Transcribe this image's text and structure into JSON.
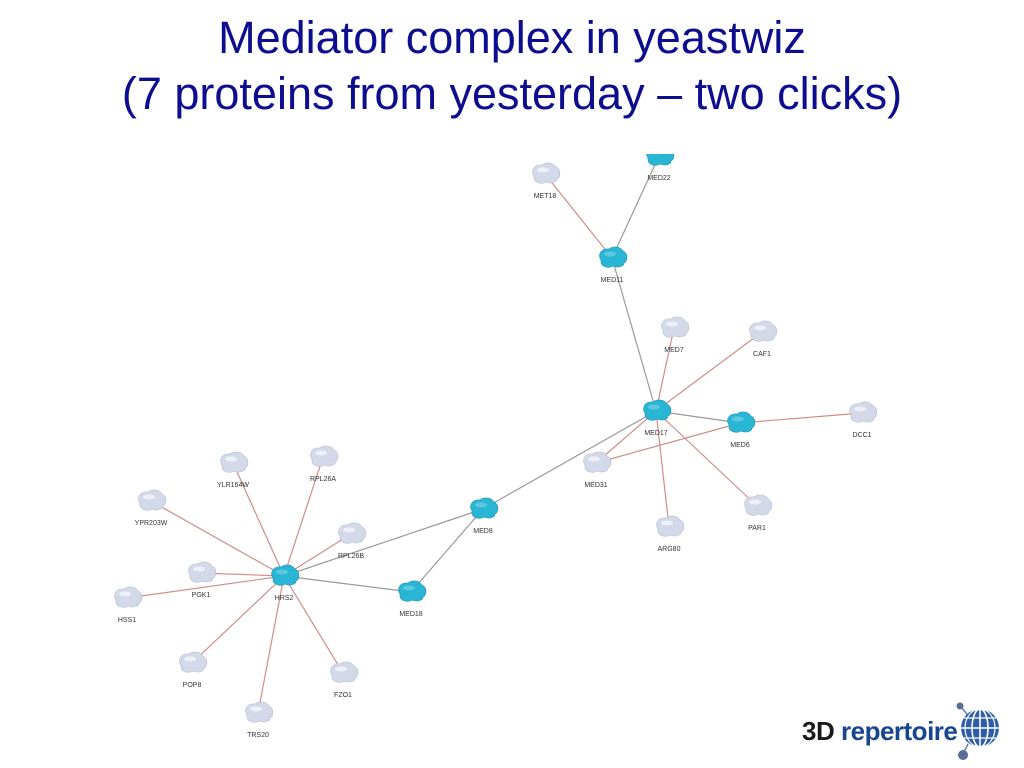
{
  "title": {
    "line1": "Mediator complex in yeastwiz",
    "line2": "(7 proteins from yesterday – two clicks)"
  },
  "colors": {
    "title": "#0d0d8f",
    "selected_protein": "#29b5d4",
    "other_protein": "#d3d9e8",
    "edge_red": "#d08c8c",
    "edge_gray": "#9a9a9a",
    "logo_blue": "#17468f"
  },
  "network": {
    "nodes": [
      {
        "id": "MED22",
        "selected": true
      },
      {
        "id": "MET18",
        "selected": false
      },
      {
        "id": "MED11",
        "selected": true
      },
      {
        "id": "MED7",
        "selected": false
      },
      {
        "id": "CAF1",
        "selected": false
      },
      {
        "id": "MED17",
        "selected": true
      },
      {
        "id": "MED6",
        "selected": true
      },
      {
        "id": "DCC1",
        "selected": false
      },
      {
        "id": "MED31",
        "selected": false
      },
      {
        "id": "PAR1",
        "selected": false
      },
      {
        "id": "ARG80",
        "selected": false
      },
      {
        "id": "MED8",
        "selected": true
      },
      {
        "id": "MED18",
        "selected": true
      },
      {
        "id": "HRS2",
        "selected": true
      },
      {
        "id": "YLR164W",
        "selected": false
      },
      {
        "id": "RPL26A",
        "selected": false
      },
      {
        "id": "YPR203W",
        "selected": false
      },
      {
        "id": "RPL26B",
        "selected": false
      },
      {
        "id": "PGK1",
        "selected": false
      },
      {
        "id": "HSS1",
        "selected": false
      },
      {
        "id": "POP8",
        "selected": false
      },
      {
        "id": "FZO1",
        "selected": false
      },
      {
        "id": "TRS20",
        "selected": false
      }
    ],
    "edges": [
      {
        "from": "MET18",
        "to": "MED11",
        "type": "red"
      },
      {
        "from": "MED22",
        "to": "MED11",
        "type": "gray"
      },
      {
        "from": "MED11",
        "to": "MED17",
        "type": "gray"
      },
      {
        "from": "MED7",
        "to": "MED17",
        "type": "red"
      },
      {
        "from": "CAF1",
        "to": "MED17",
        "type": "red"
      },
      {
        "from": "MED17",
        "to": "MED6",
        "type": "gray"
      },
      {
        "from": "MED6",
        "to": "DCC1",
        "type": "red"
      },
      {
        "from": "MED17",
        "to": "MED31",
        "type": "red"
      },
      {
        "from": "MED6",
        "to": "MED31",
        "type": "red"
      },
      {
        "from": "MED17",
        "to": "PAR1",
        "type": "red"
      },
      {
        "from": "MED17",
        "to": "ARG80",
        "type": "red"
      },
      {
        "from": "MED17",
        "to": "MED8",
        "type": "gray"
      },
      {
        "from": "MED8",
        "to": "HRS2",
        "type": "gray"
      },
      {
        "from": "MED8",
        "to": "MED18",
        "type": "gray"
      },
      {
        "from": "HRS2",
        "to": "MED18",
        "type": "gray"
      },
      {
        "from": "HRS2",
        "to": "YLR164W",
        "type": "red"
      },
      {
        "from": "HRS2",
        "to": "RPL26A",
        "type": "red"
      },
      {
        "from": "HRS2",
        "to": "YPR203W",
        "type": "red"
      },
      {
        "from": "HRS2",
        "to": "RPL26B",
        "type": "red"
      },
      {
        "from": "HRS2",
        "to": "PGK1",
        "type": "red"
      },
      {
        "from": "HRS2",
        "to": "HSS1",
        "type": "red"
      },
      {
        "from": "HRS2",
        "to": "POP8",
        "type": "red"
      },
      {
        "from": "HRS2",
        "to": "FZO1",
        "type": "red"
      },
      {
        "from": "HRS2",
        "to": "TRS20",
        "type": "red"
      }
    ]
  },
  "logo": {
    "text_3d": "3D",
    "text_repertoire": "repertoire"
  }
}
